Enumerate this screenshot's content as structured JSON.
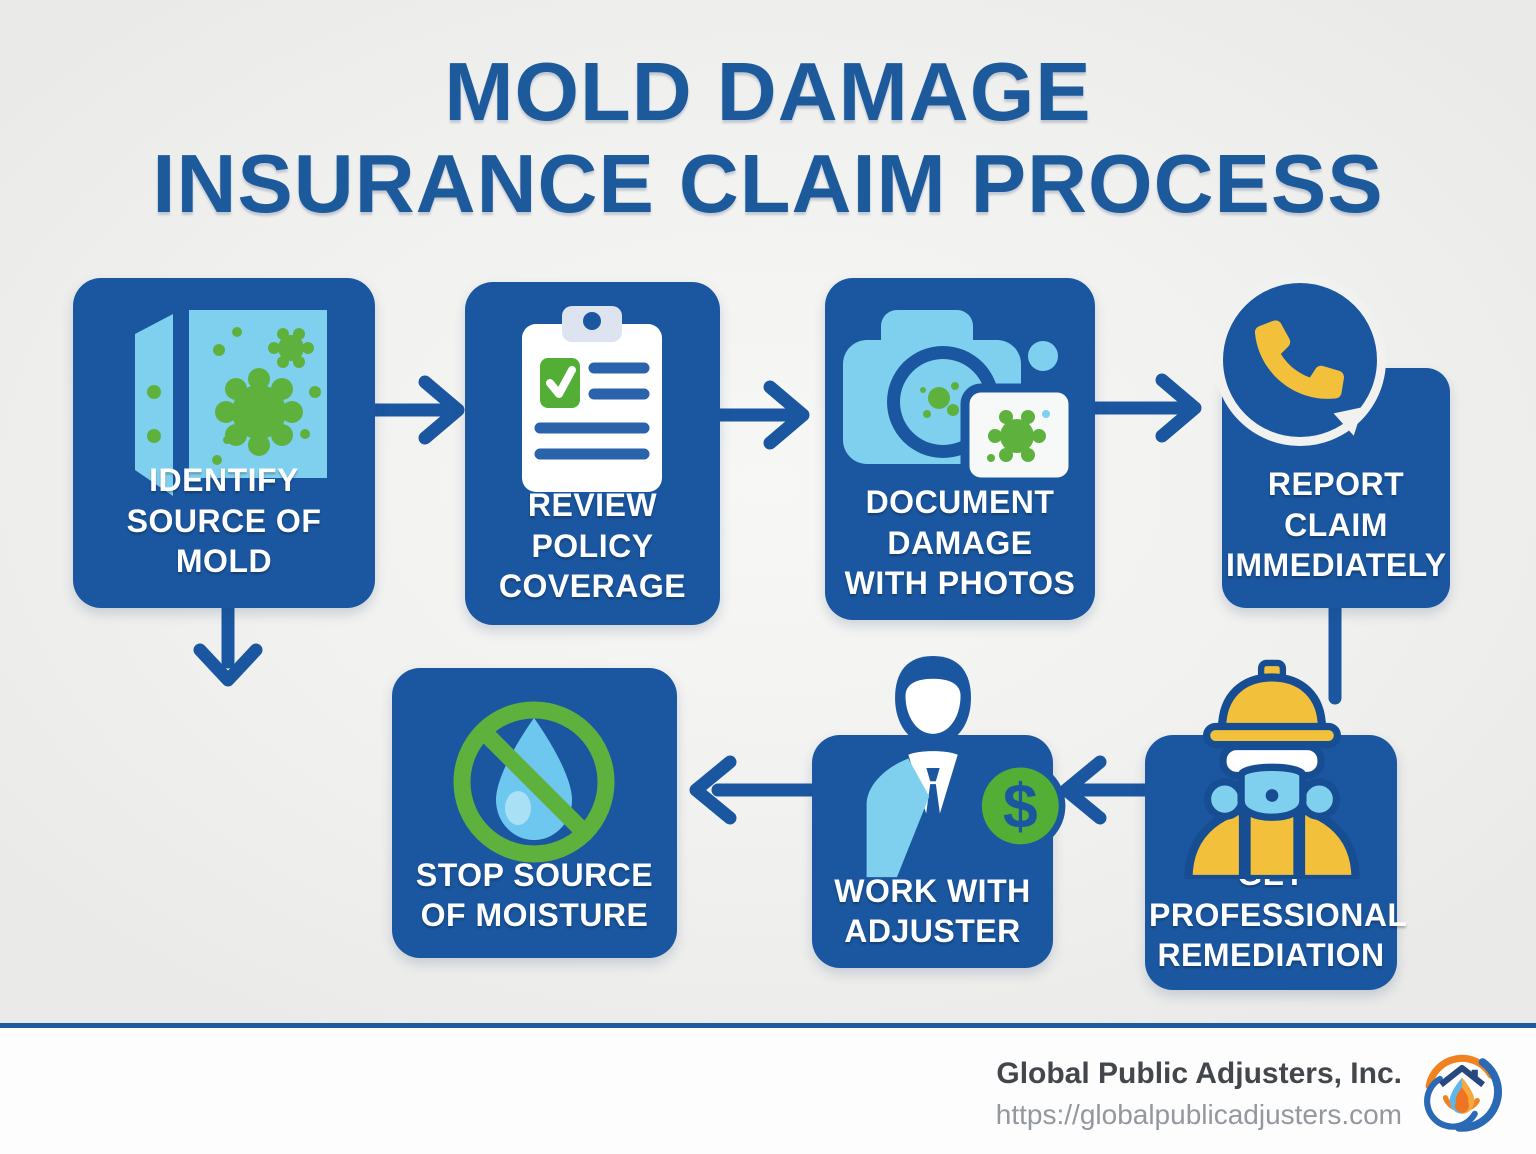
{
  "title": {
    "line1": "MOLD DAMAGE",
    "line2": "INSURANCE CLAIM PROCESS"
  },
  "steps": {
    "identify": {
      "label": "IDENTIFY\nSOURCE OF\nMOLD",
      "icon": "mold-wall-icon"
    },
    "review": {
      "label": "REVIEW\nPOLICY\nCOVERAGE",
      "icon": "policy-clipboard-icon"
    },
    "document": {
      "label": "DOCUMENT\nDAMAGE\nWITH PHOTOS",
      "icon": "camera-photo-icon"
    },
    "report": {
      "label": "REPORT\nCLAIM\nIMMEDIATELY",
      "icon": "phone-call-icon"
    },
    "remediation": {
      "label": "GET\nPROFESSIONAL\nREMEDIATION",
      "icon": "worker-respirator-icon"
    },
    "adjuster": {
      "label": "WORK WITH\nADJUSTER",
      "icon": "adjuster-person-icon",
      "coin_symbol": "$"
    },
    "moisture": {
      "label": "STOP SOURCE\nOF MOISTURE",
      "icon": "no-moisture-icon"
    }
  },
  "flow_order": [
    "identify",
    "review",
    "document",
    "report",
    "remediation",
    "adjuster",
    "moisture"
  ],
  "footer": {
    "company": "Global Public Adjusters, Inc.",
    "website": "https://globalpublicadjusters.com"
  },
  "colors": {
    "box_blue": "#1a57a0",
    "title_blue": "#1d5a9c",
    "light_blue": "#7fd0ee",
    "green": "#5fb13e",
    "yellow": "#f3c03c",
    "divider_blue": "#1d5a9e",
    "background": "#f1f1ef",
    "footer_text": "#43474b",
    "footer_url": "#93989e",
    "logo_orange": "#f08221",
    "logo_blue": "#2a6ab5",
    "white": "#ffffff"
  }
}
